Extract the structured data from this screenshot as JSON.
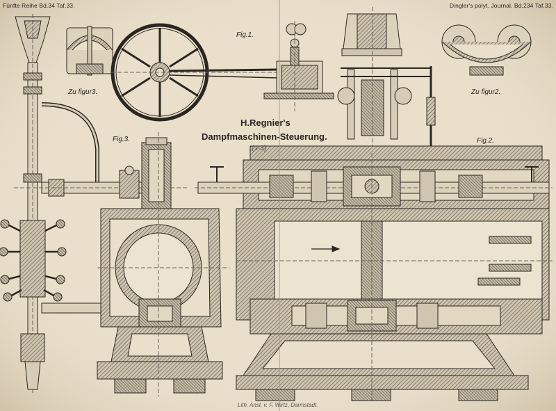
{
  "header": {
    "left": "Fünfte Reihe Bd.34 Taf.33.",
    "right": "Dingler's polyt. Journal. Bd.234 Taf.33."
  },
  "figure_labels": {
    "fig1": "Fig.1.",
    "fig2": "Fig.2.",
    "fig3": "Fig.3.",
    "zu_figur3": "Zu figur3.",
    "zu_figur2": "Zu figur2."
  },
  "title": {
    "line1": "H.Regnier's",
    "line2": "Dampfmaschinen-Steuerung.",
    "line3": "(1-3)"
  },
  "footer": {
    "imprint": "Lith. Anst. v. F. Wirtz, Darmstadt."
  },
  "colors": {
    "paper": "#e9dfcb",
    "ink": "#2a2620",
    "hatch": "#8b8478"
  }
}
